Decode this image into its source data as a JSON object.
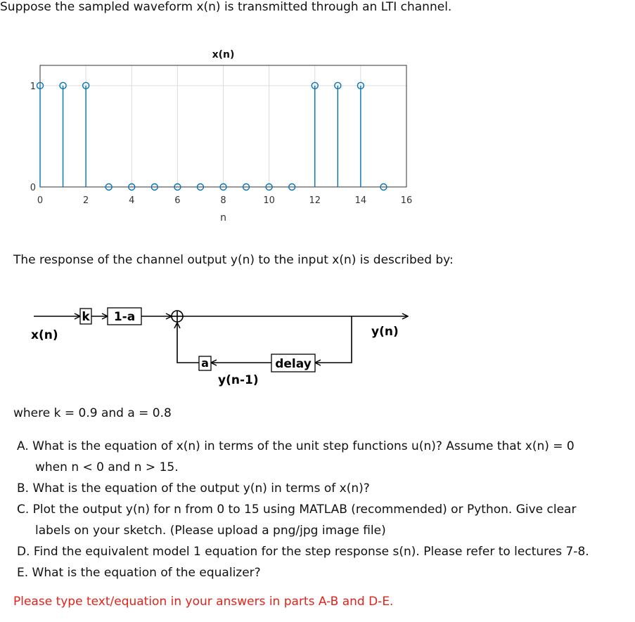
{
  "intro": "Suppose the sampled waveform x(n) is transmitted through an LTI channel.",
  "chart_data": {
    "type": "stem",
    "title": "x(n)",
    "xlabel": "n",
    "ylabel": "",
    "x": [
      0,
      1,
      2,
      3,
      4,
      5,
      6,
      7,
      8,
      9,
      10,
      11,
      12,
      13,
      14,
      15
    ],
    "y": [
      1,
      1,
      1,
      0,
      0,
      0,
      0,
      0,
      0,
      0,
      0,
      0,
      1,
      1,
      1,
      0
    ],
    "xlim": [
      0,
      16
    ],
    "ylim": [
      0,
      1.2
    ],
    "xticks": [
      "0",
      "2",
      "4",
      "6",
      "8",
      "10",
      "12",
      "14",
      "16"
    ],
    "yticks": [
      "0",
      "1"
    ],
    "grid": true,
    "color": "#0072bd"
  },
  "response_text": "The response of the channel output y(n) to the input x(n) is described by:",
  "diagram": {
    "input_label": "x(n)",
    "k_label": "k",
    "gain_label": "1-a",
    "output_label": "y(n)",
    "a_label": "a",
    "delay_label": "delay",
    "feedback_label": "y(n-1)"
  },
  "where_text": "where k = 0.9 and a = 0.8",
  "questions": [
    {
      "line1": "A. What is the equation of x(n) in terms of the unit step functions u(n)? Assume that x(n) = 0",
      "line2": "when n < 0 and n > 15."
    },
    {
      "line1": "B. What is the equation of the output y(n) in terms of x(n)?",
      "line2": ""
    },
    {
      "line1": "C. Plot the output y(n) for n from 0 to 15 using MATLAB (recommended) or Python. Give clear",
      "line2": "labels on your sketch. (Please upload a png/jpg image file)"
    },
    {
      "line1": "D. Find the equivalent model 1 equation for the step response s(n). Please refer to lectures 7-8.",
      "line2": ""
    },
    {
      "line1": "E. What is the equation of the equalizer?",
      "line2": ""
    }
  ],
  "note": "Please type text/equation in your answers in parts A-B and D-E."
}
